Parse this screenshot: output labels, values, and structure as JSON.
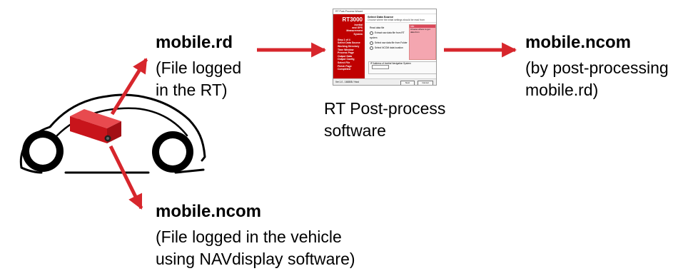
{
  "labels": {
    "rd_file": "mobile.rd",
    "rd_desc_line1": "(File logged",
    "rd_desc_line2": "in the RT)",
    "vehicle_ncom": "mobile.ncom",
    "vehicle_ncom_line1": "(File logged in the vehicle",
    "vehicle_ncom_line2": "using NAVdisplay software)",
    "software_line1": "RT Post-process",
    "software_line2": "software",
    "processed_ncom": "mobile.ncom",
    "processed_line1": "(by post-processing",
    "processed_line2": "mobile.rd)"
  },
  "screenshot": {
    "window_title": "RT Post-Process Wizard",
    "brand": "RT3000",
    "brand_sub": [
      "Inertial",
      "and GPS",
      "Measurement",
      "System"
    ],
    "step": "Step 1 of 4",
    "steps": [
      "Select Data Source",
      "Working Directory",
      "Time Window",
      "Process Page",
      "Output Data",
      "Output Config",
      "Select File",
      "Finish Page",
      "Completed"
    ],
    "header_title": "Select Data Source",
    "header_sub": "Choose where the initial settings should be read from",
    "group_label": "Read data file",
    "options": [
      "Extract raw data file from RT system",
      "Select raw data file from Folder",
      "Select NCOM data location"
    ],
    "info_head": "Info",
    "info_text": "Choose where to get data from",
    "ip_label": "IP Address of Inertial Navigation System",
    "footer_text": "Ver 1.0 - 160808 / Host",
    "next_button": "Next",
    "cancel_button": "Cancel"
  },
  "colors": {
    "arrow": "#d7262c",
    "car_box": "#d7262c",
    "sidebar": "#c00000"
  }
}
